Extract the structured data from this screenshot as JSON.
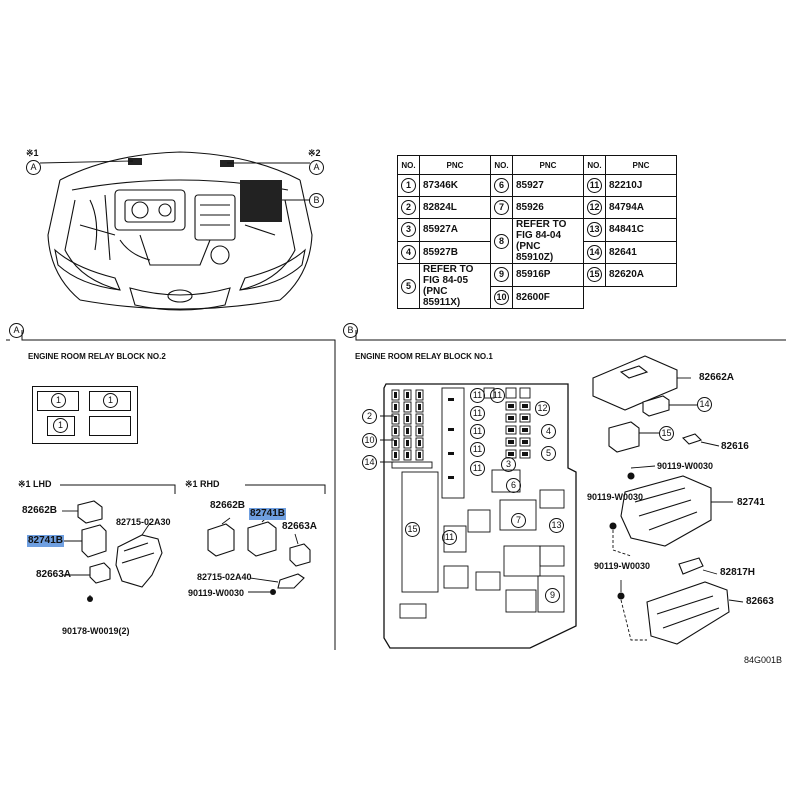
{
  "table": {
    "headers": [
      "NO.",
      "PNC",
      "NO.",
      "PNC",
      "NO.",
      "PNC"
    ],
    "rows": [
      [
        {
          "no": "1",
          "pnc": "87346K"
        },
        {
          "no": "6",
          "pnc": "85927"
        },
        {
          "no": "11",
          "pnc": "82210J"
        }
      ],
      [
        {
          "no": "2",
          "pnc": "82824L"
        },
        {
          "no": "7",
          "pnc": "85926"
        },
        {
          "no": "12",
          "pnc": "84794A"
        }
      ],
      [
        {
          "no": "3",
          "pnc": "85927A"
        },
        {
          "no": "8",
          "pnc": "REFER TO\nFIG 84-04\n(PNC 85910Z)"
        },
        {
          "no": "13",
          "pnc": "84841C"
        }
      ],
      [
        {
          "no": "4",
          "pnc": "85927B"
        },
        {
          "no": "",
          "pnc": ""
        },
        {
          "no": "14",
          "pnc": "82641"
        }
      ],
      [
        {
          "no": "5",
          "pnc": "REFER TO\nFIG 84-05\n(PNC 85911X)"
        },
        {
          "no": "9",
          "pnc": "85916P"
        },
        {
          "no": "15",
          "pnc": "82620A"
        }
      ],
      [
        {
          "no": "",
          "pnc": ""
        },
        {
          "no": "10",
          "pnc": "82600F"
        },
        {
          "no": "",
          "pnc": ""
        }
      ]
    ]
  },
  "top": {
    "mark1": "※1",
    "mark2": "※2",
    "callout_a": "A",
    "callout_b": "B"
  },
  "section_a": {
    "letter": "A",
    "title": "ENGINE ROOM RELAY BLOCK NO.2",
    "lhd": "※1 LHD",
    "rhd": "※1 RHD",
    "relay_labels": [
      "1",
      "1",
      "1"
    ]
  },
  "section_b": {
    "letter": "B",
    "title": "ENGINE ROOM RELAY BLOCK NO.1"
  },
  "parts_lhd": {
    "p1": "82662B",
    "p2": "82741B",
    "p3": "82663A",
    "p4": "82715-02A30",
    "p5": "90178-W0019(2)"
  },
  "parts_rhd": {
    "p1": "82662B",
    "p2": "82741B",
    "p3": "82663A",
    "p4": "82715-02A40",
    "p5": "90119-W0030"
  },
  "parts_b": {
    "p1": "82662A",
    "p2": "82616",
    "p3": "90119-W0030",
    "p4": "90119-W0030",
    "p5": "82741",
    "p6": "90119-W0030",
    "p7": "82817H",
    "p8": "82663"
  },
  "fuse_block_numbers": [
    "2",
    "10",
    "14",
    "11",
    "11",
    "11",
    "11",
    "11",
    "11",
    "12",
    "4",
    "5",
    "3",
    "6",
    "7",
    "13",
    "15",
    "11",
    "9"
  ],
  "exploded_callouts": [
    "14",
    "15"
  ],
  "figure_code": "84G001B",
  "highlight_color": "#6f9fe0"
}
